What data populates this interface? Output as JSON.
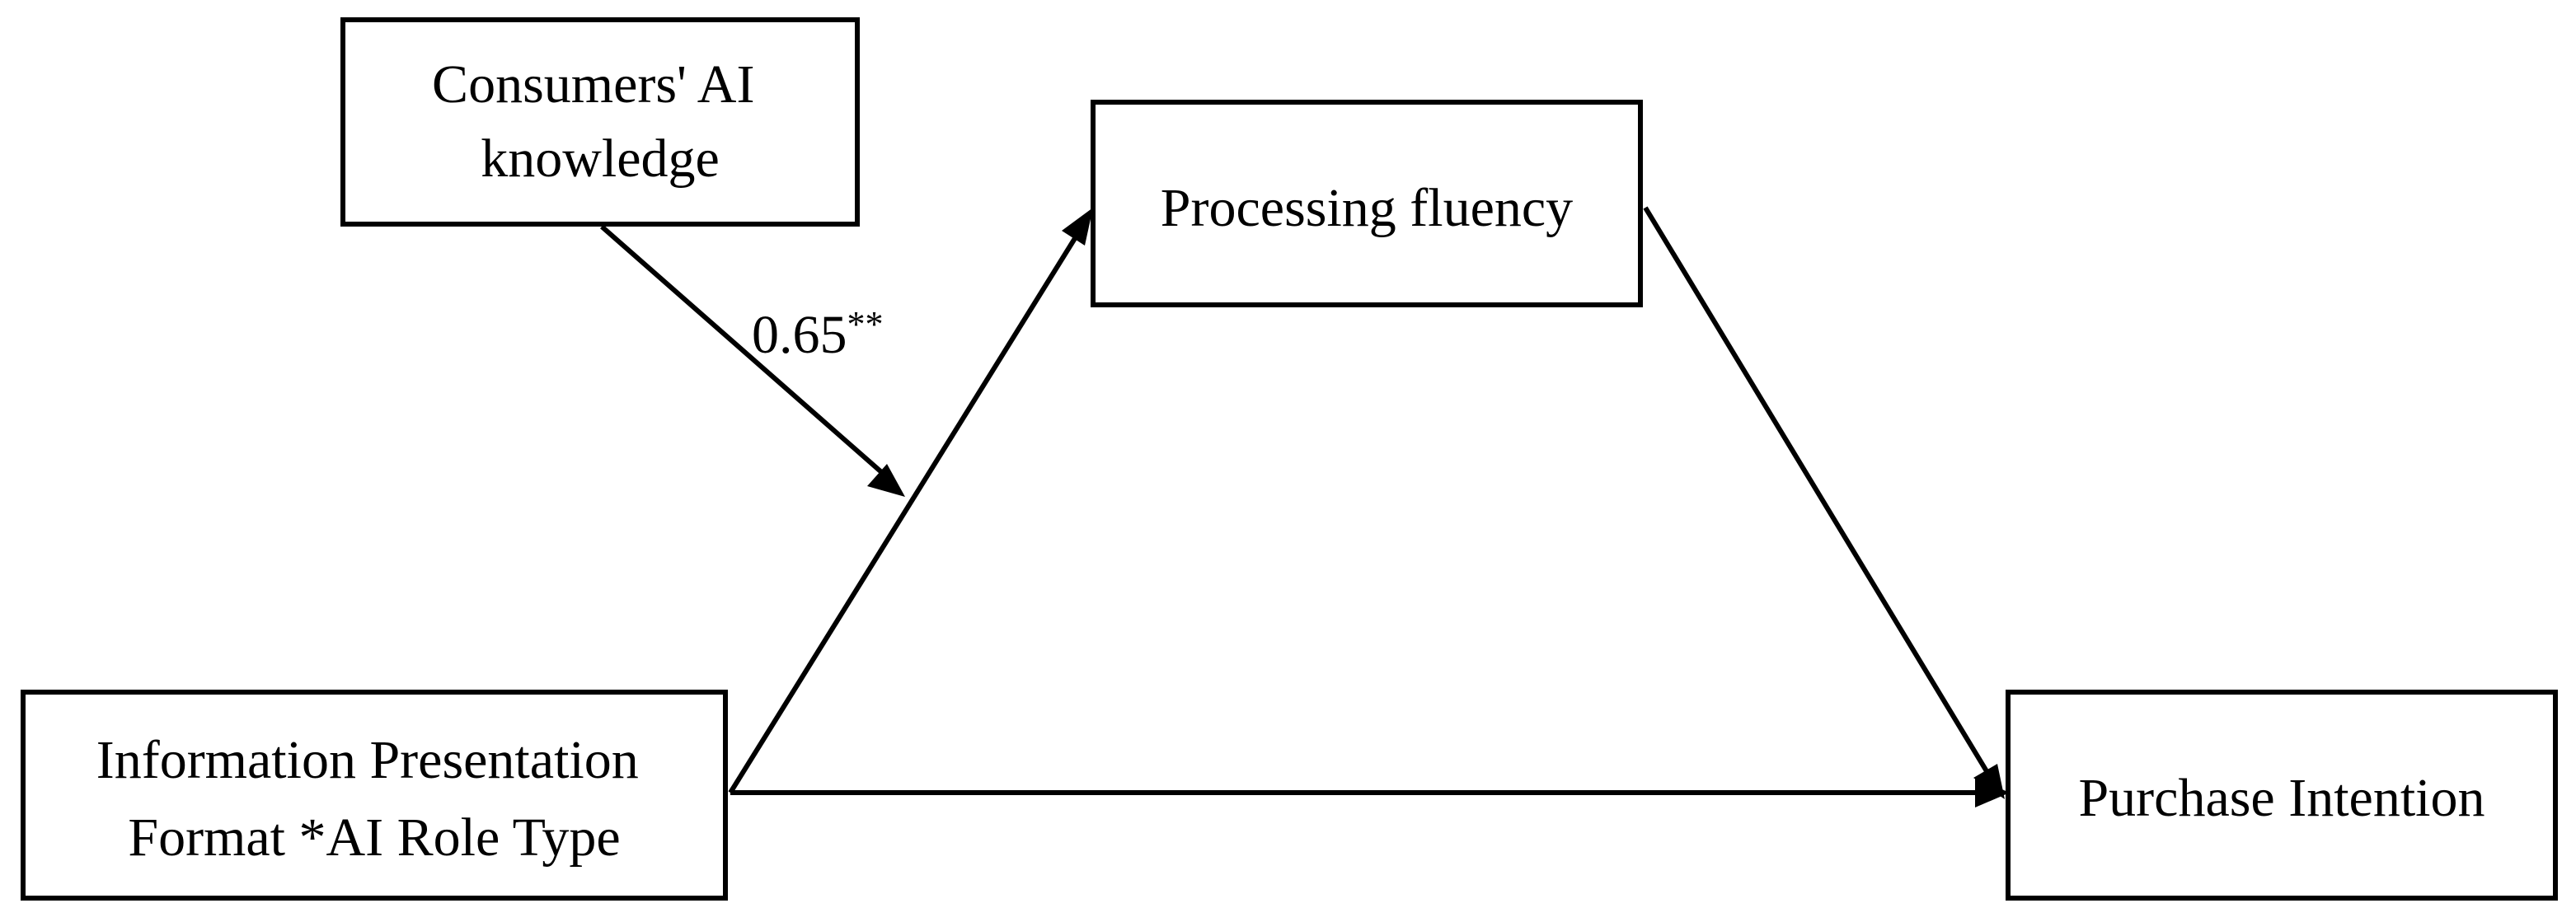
{
  "nodes": {
    "moderator": {
      "lines": [
        "Consumers' AI",
        "knowledge"
      ]
    },
    "mediator": {
      "lines": [
        "Processing fluency"
      ]
    },
    "independent": {
      "lines": [
        "Information Presentation",
        "Format *AI Role Type"
      ]
    },
    "outcome": {
      "lines": [
        "Purchase Intention"
      ]
    }
  },
  "edges": {
    "moderation_coefficient": "0.65",
    "moderation_significance": "**"
  }
}
